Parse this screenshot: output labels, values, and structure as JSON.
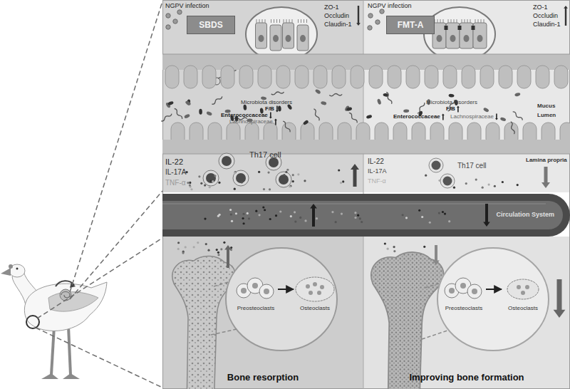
{
  "diagram": {
    "nodes": [
      {
        "text": [
          "SBDS"
        ]
      },
      {
        "text": [
          "FMT-A"
        ]
      },
      {
        "text": [
          "Circulation System"
        ]
      },
      {
        "text": [
          "Bone resorption"
        ]
      },
      {
        "text": [
          "Preosteoclasts"
        ],
        "in": 3
      },
      {
        "text": [
          "Osteoclasts"
        ],
        "in": 3
      },
      {
        "text": [
          "Improving bone formation"
        ]
      },
      {
        "text": [
          "Preosteoclasts"
        ],
        "in": 6
      },
      {
        "text": [
          "Osteoclasts"
        ],
        "in": 6
      }
    ],
    "edges": [
      {
        "from": 4,
        "to": 5,
        "arrow": "to"
      },
      {
        "from": 7,
        "to": 8,
        "arrow": "to"
      }
    ],
    "labels": [
      "NGPV infection",
      "ZO-1",
      "Occludin",
      "Claudin-1",
      "Microbiota disorders",
      "F/B",
      "Enterococcaceae",
      "Lachnospiraceae",
      "IL-22",
      "IL-17A",
      "TNF-α",
      "Th17 cell",
      "NGPV infection",
      "ZO-1",
      "Occludin",
      "Claudin-1",
      "Mucus",
      "Lumen",
      "Microbiota disorders",
      "F/B",
      "Enterococcaceae",
      "Lachnospiraceae",
      "Lamina propria",
      "IL-22",
      "IL-17A",
      "TNF-α",
      "Th17 cell"
    ]
  }
}
